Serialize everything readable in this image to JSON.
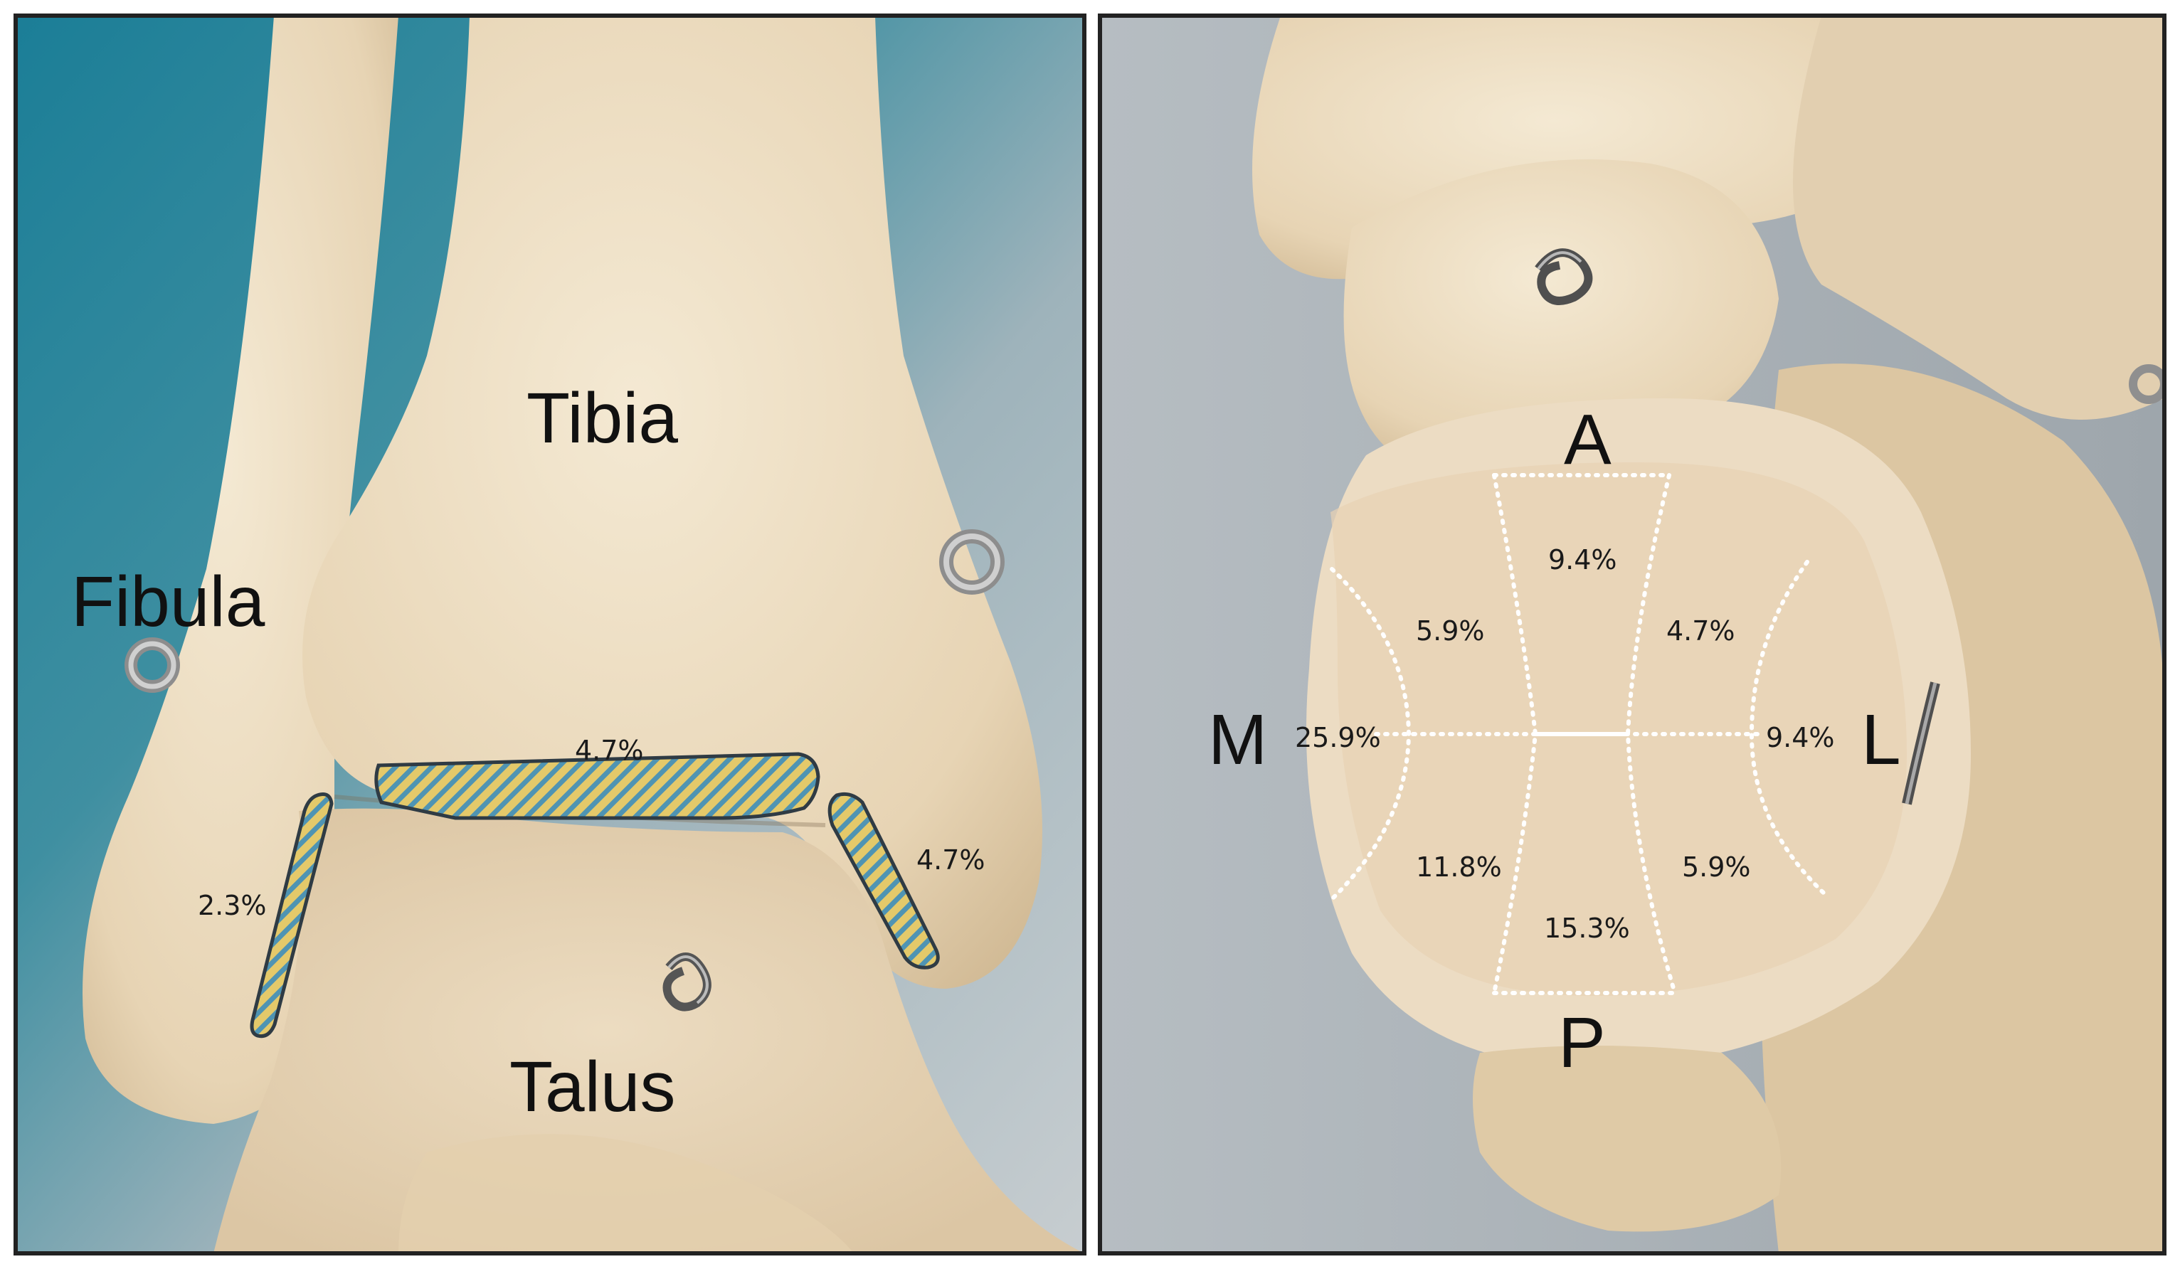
{
  "left_panel": {
    "labels": {
      "tibia": "Tibia",
      "fibula": "Fibula",
      "talus": "Talus"
    },
    "regions": [
      {
        "id": "central",
        "value": "4.7%"
      },
      {
        "id": "medial-malleolus",
        "value": "4.7%"
      },
      {
        "id": "lateral-malleolus",
        "value": "2.3%"
      }
    ],
    "hatch_colors": [
      "#e4c96a",
      "#4f94b3"
    ]
  },
  "right_panel": {
    "labels": {
      "anterior": "A",
      "posterior": "P",
      "medial": "M",
      "lateral": "L"
    },
    "zones": [
      {
        "id": "anterior-central",
        "value": "9.4%"
      },
      {
        "id": "anterior-medial",
        "value": "5.9%"
      },
      {
        "id": "anterior-lateral",
        "value": "4.7%"
      },
      {
        "id": "medial",
        "value": "25.9%"
      },
      {
        "id": "lateral",
        "value": "9.4%"
      },
      {
        "id": "posterior-medial",
        "value": "11.8%"
      },
      {
        "id": "posterior-lateral",
        "value": "5.9%"
      },
      {
        "id": "posterior-central",
        "value": "15.3%"
      }
    ]
  },
  "colors": {
    "border": "#222222",
    "bone": "#ead9bd",
    "teal_background": "#1f8199",
    "gray_background": "#b4bbc0"
  }
}
